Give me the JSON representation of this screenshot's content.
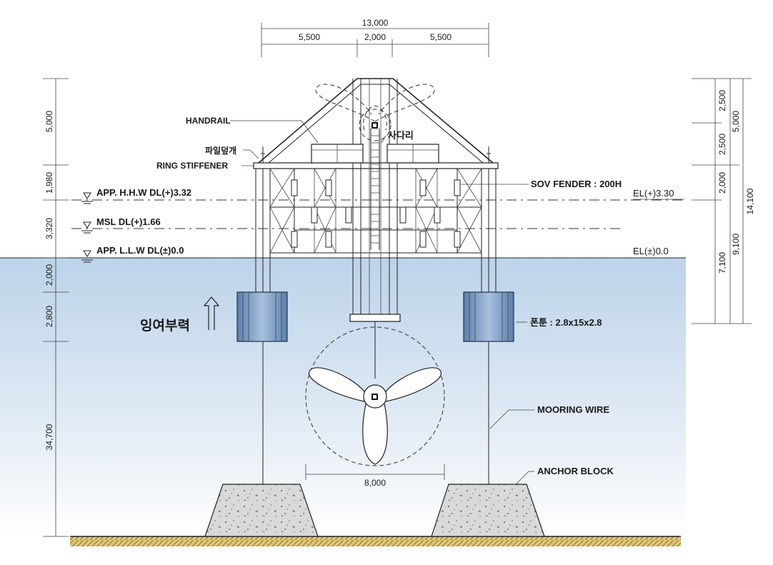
{
  "dimensions": {
    "top_total": "13,000",
    "top_left": "5,500",
    "top_center": "2,000",
    "top_right": "5,500",
    "left_stack": [
      "5,000",
      "1,980",
      "3,320",
      "2,000",
      "2,800",
      "34,700"
    ],
    "right_inner": [
      "2,500",
      "2,500",
      "2,000",
      "7,100"
    ],
    "right_mid": [
      "5,000",
      "9,100"
    ],
    "right_outer": "14,100",
    "rotor_diameter": "8,000"
  },
  "water_levels": {
    "hhw": "APP. H.H.W DL(+)3.32",
    "msl": "MSL DL(+)1.66",
    "llw": "APP. L.L.W DL(±)0.0",
    "el_high": "EL(+)3.30",
    "el_zero": "EL(±)0.0"
  },
  "labels": {
    "handrail": "HANDRAIL",
    "ladder": "사다리",
    "pile_cover": "파일덮개",
    "ring_stiffener": "RING STIFFENER",
    "sov_fender": "SOV FENDER : 200H",
    "buoyancy": "잉여부력",
    "pontoon": "폰툰 : 2.8x15x2.8",
    "mooring_wire": "MOORING WIRE",
    "anchor_block": "ANCHOR BLOCK"
  },
  "colors": {
    "water_top": "#bcd3ea",
    "water_bottom": "#ffffff",
    "pontoon": "#5b7fae",
    "pontoon_light": "#a9c0dc",
    "concrete": "#d6d6d6",
    "seabed": "#e2c87a"
  }
}
